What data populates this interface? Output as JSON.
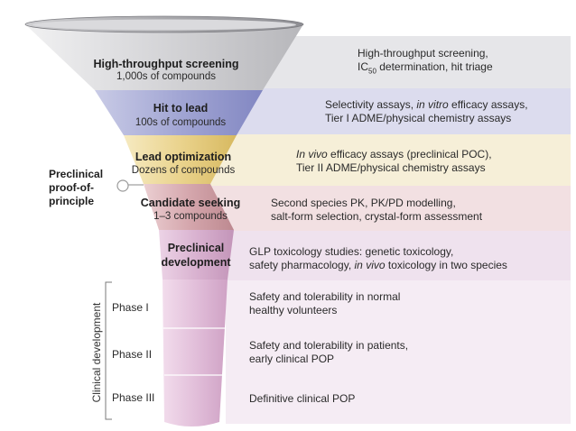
{
  "stages": [
    {
      "title": "High-throughput screening",
      "sub": "1,000s of compounds",
      "desc": [
        "High-throughput screening,",
        "IC",
        "50",
        " determination, hit triage"
      ]
    },
    {
      "title": "Hit to lead",
      "sub": "100s of compounds",
      "desc": [
        "Selectivity assays, ",
        "in vitro",
        " efficacy assays,",
        "Tier I ADME/physical chemistry assays"
      ]
    },
    {
      "title": "Lead optimization",
      "sub": "Dozens of compounds",
      "desc": [
        "In vivo",
        " efficacy assays (preclinical POC),",
        "Tier II ADME/physical chemistry assays"
      ]
    },
    {
      "title": "Candidate seeking",
      "sub": "1–3 compounds",
      "desc": [
        "Second species PK, PK/PD modelling,",
        "salt-form selection, crystal-form assessment"
      ]
    },
    {
      "title_lines": [
        "Preclinical",
        "development"
      ],
      "desc": [
        "GLP toxicology studies: genetic toxicology,",
        "safety pharmacology, ",
        "in vivo",
        " toxicology in two species"
      ]
    }
  ],
  "phases": [
    {
      "label": "Phase I",
      "desc": [
        "Safety and tolerability in normal",
        "healthy volunteers"
      ]
    },
    {
      "label": "Phase II",
      "desc": [
        "Safety and tolerability in patients,",
        "early clinical POP"
      ]
    },
    {
      "label": "Phase III",
      "desc": [
        "Definitive clinical POP"
      ]
    }
  ],
  "side_label": [
    "Preclinical",
    "proof-of-",
    "principle"
  ],
  "clinical_label": "Clinical development",
  "colors": {
    "band_hts": "#e6e6e9",
    "band_h2l": "#dcdcee",
    "band_lo": "#f6efd8",
    "band_cs": "#f2e0e2",
    "band_pre": "#efe2ee",
    "band_clin": "#f5ecf4",
    "funnel_hts": "#c9c9cc",
    "funnel_h2l": "#a5a8d2",
    "funnel_lo": "#e7d08e",
    "funnel_cs": "#d3a7ad",
    "funnel_pre": "#d9b6d2",
    "funnel_clin": "#e2c1dc"
  }
}
